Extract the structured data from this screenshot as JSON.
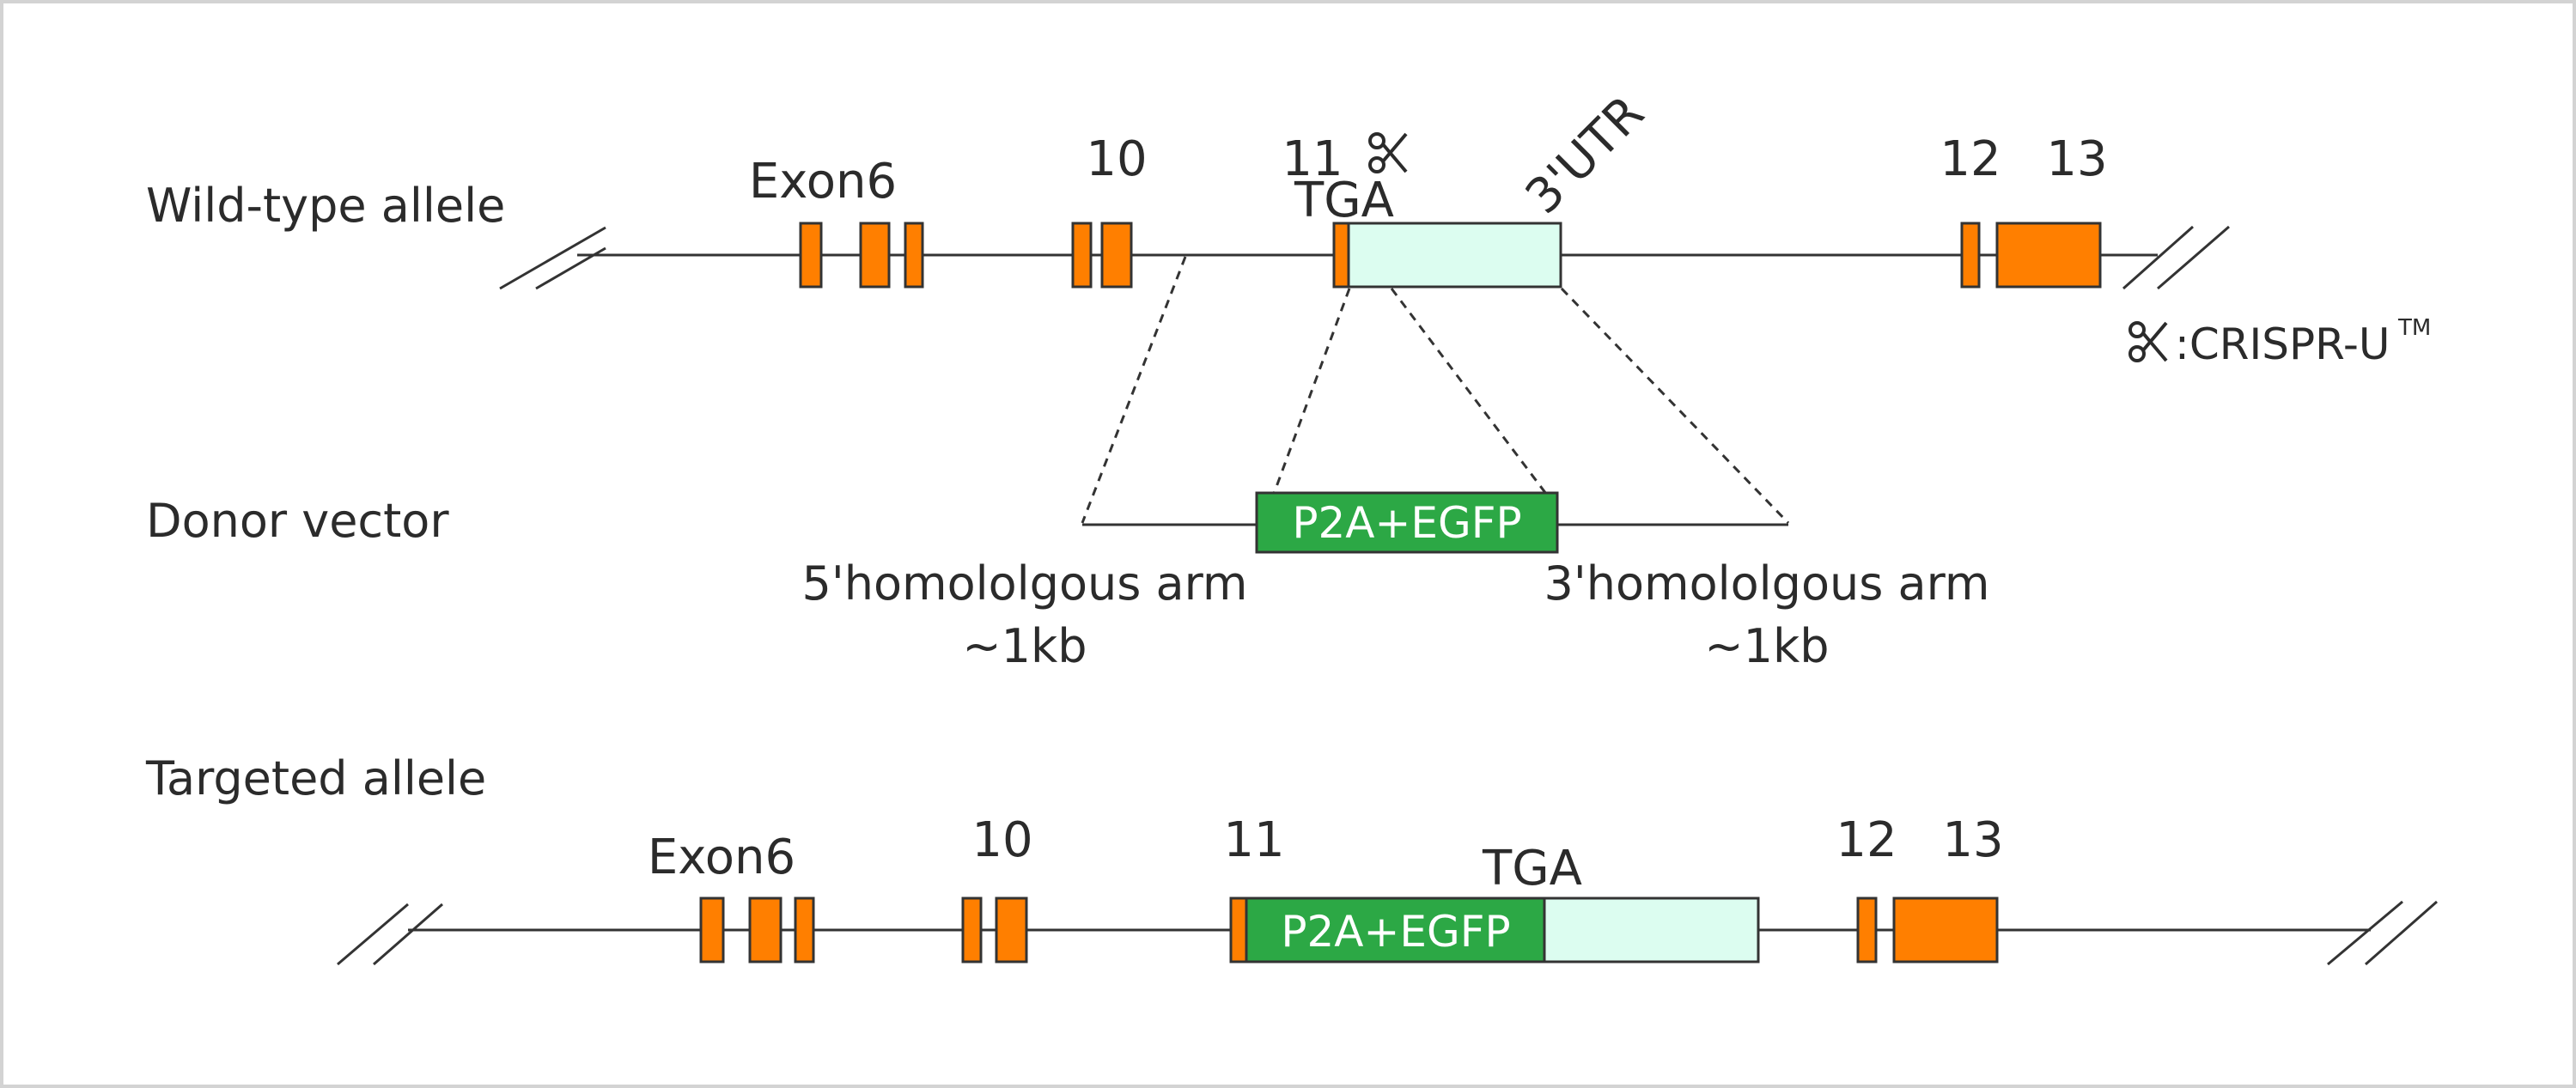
{
  "rows": {
    "wildtype": "Wild-type allele",
    "donor": "Donor vector",
    "targeted": "Targeted allele"
  },
  "labels": {
    "exon6": "Exon6",
    "exon10": "10",
    "exon11": "11",
    "exon12": "12",
    "exon13": "13",
    "tga": "TGA",
    "utr": "3'UTR"
  },
  "insert": "P2A+EGFP",
  "arms": {
    "five_prime": "5'homololgous arm",
    "five_prime_size": "~1kb",
    "three_prime": "3'homololgous arm",
    "three_prime_size": "~1kb"
  },
  "legend": {
    "icon": "scissors-icon",
    "text": ":CRISPR-U",
    "superscript": "TM"
  },
  "colors": {
    "exon": "#ff7f00",
    "utr": "#dcfdf0",
    "insert": "#2ca845",
    "line": "#333333"
  }
}
